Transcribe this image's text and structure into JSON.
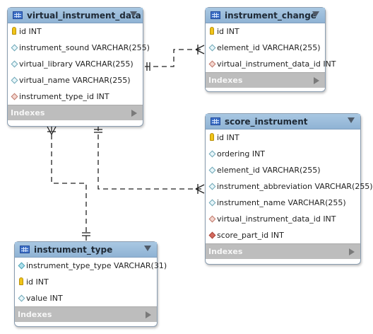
{
  "tables": {
    "virtual_instrument_data": {
      "title": "virtual_instrument_data",
      "columns": [
        {
          "icon": "key",
          "text": "id INT"
        },
        {
          "icon": "plain",
          "text": "instrument_sound VARCHAR(255)"
        },
        {
          "icon": "plain",
          "text": "virtual_library VARCHAR(255)"
        },
        {
          "icon": "plain",
          "text": "virtual_name VARCHAR(255)"
        },
        {
          "icon": "fk",
          "text": "instrument_type_id INT"
        }
      ],
      "indexes_label": "Indexes"
    },
    "instrument_change": {
      "title": "instrument_change",
      "columns": [
        {
          "icon": "key",
          "text": "id INT"
        },
        {
          "icon": "plain",
          "text": "element_id VARCHAR(255)"
        },
        {
          "icon": "fk",
          "text": "virtual_instrument_data_id INT"
        }
      ],
      "indexes_label": "Indexes"
    },
    "score_instrument": {
      "title": "score_instrument",
      "columns": [
        {
          "icon": "key",
          "text": "id INT"
        },
        {
          "icon": "plain",
          "text": "ordering INT"
        },
        {
          "icon": "plain",
          "text": "element_id VARCHAR(255)"
        },
        {
          "icon": "plain",
          "text": "instrument_abbreviation VARCHAR(255)"
        },
        {
          "icon": "plain",
          "text": "instrument_name VARCHAR(255)"
        },
        {
          "icon": "fk",
          "text": "virtual_instrument_data_id INT"
        },
        {
          "icon": "fknn",
          "text": "score_part_id INT"
        }
      ],
      "indexes_label": "Indexes"
    },
    "instrument_type": {
      "title": "instrument_type",
      "columns": [
        {
          "icon": "nn",
          "text": "instrument_type_type VARCHAR(31)"
        },
        {
          "icon": "key",
          "text": "id INT"
        },
        {
          "icon": "plain",
          "text": "value INT"
        }
      ],
      "indexes_label": "Indexes"
    }
  },
  "colors": {
    "header": "#9fc0dd",
    "indexes_bar": "#bdbdbd",
    "connector": "#222222"
  }
}
